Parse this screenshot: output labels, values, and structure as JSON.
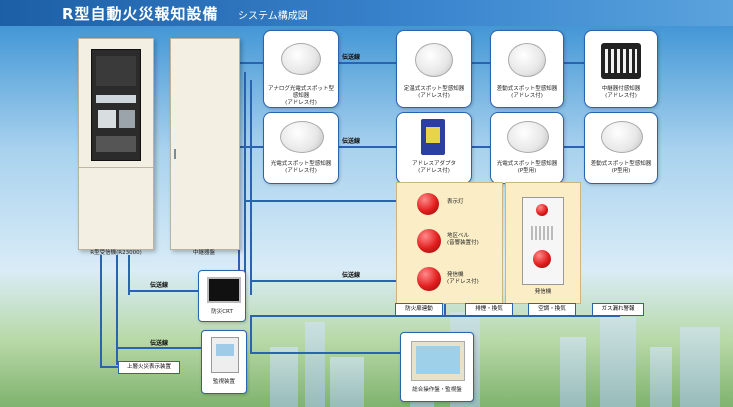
{
  "header": {
    "title": "R型自動火災報知設備",
    "subtitle": "システム構成図"
  },
  "equipment": {
    "receiver_label": "R型受信機(R23000)",
    "relay_label": "中継器盤",
    "crt_label": "防災CRT",
    "monitor_label": "監視装置",
    "lower_label": "上層火災表示装置",
    "hydrant_panel_label": "発信機"
  },
  "wires": {
    "w1": "伝送線",
    "w2": "伝送線",
    "w3": "伝送線",
    "w4": "伝送線",
    "w5": "伝送線"
  },
  "devices_row1": [
    {
      "label": "アナログ光電式スポット型感知器\n(アドレス付)"
    },
    {
      "label": "定温式スポット型感知器\n(アドレス付)"
    },
    {
      "label": "差動式スポット型感知器\n(アドレス付)"
    },
    {
      "label": "中継器付感知器\n(アドレス付)"
    }
  ],
  "devices_row2": [
    {
      "label": "光電式スポット型感知器\n(アドレス付)"
    },
    {
      "label": "アドレスアダプタ\n(アドレス付)"
    },
    {
      "label": "光電式スポット型感知器\n(P型用)"
    },
    {
      "label": "差動式スポット型感知器\n(P型用)"
    }
  ],
  "alarm_devices": {
    "indicator_lamp": "表示灯",
    "bell": "地区ベル\n(音響装置付)",
    "transmitter": "発信機\n(アドレス付)"
  },
  "bottom_tags": [
    "防火扉連動",
    "排煙・換気",
    "空調・換気",
    "ガス漏れ警報"
  ],
  "console_label": "総合操作盤・監視盤"
}
